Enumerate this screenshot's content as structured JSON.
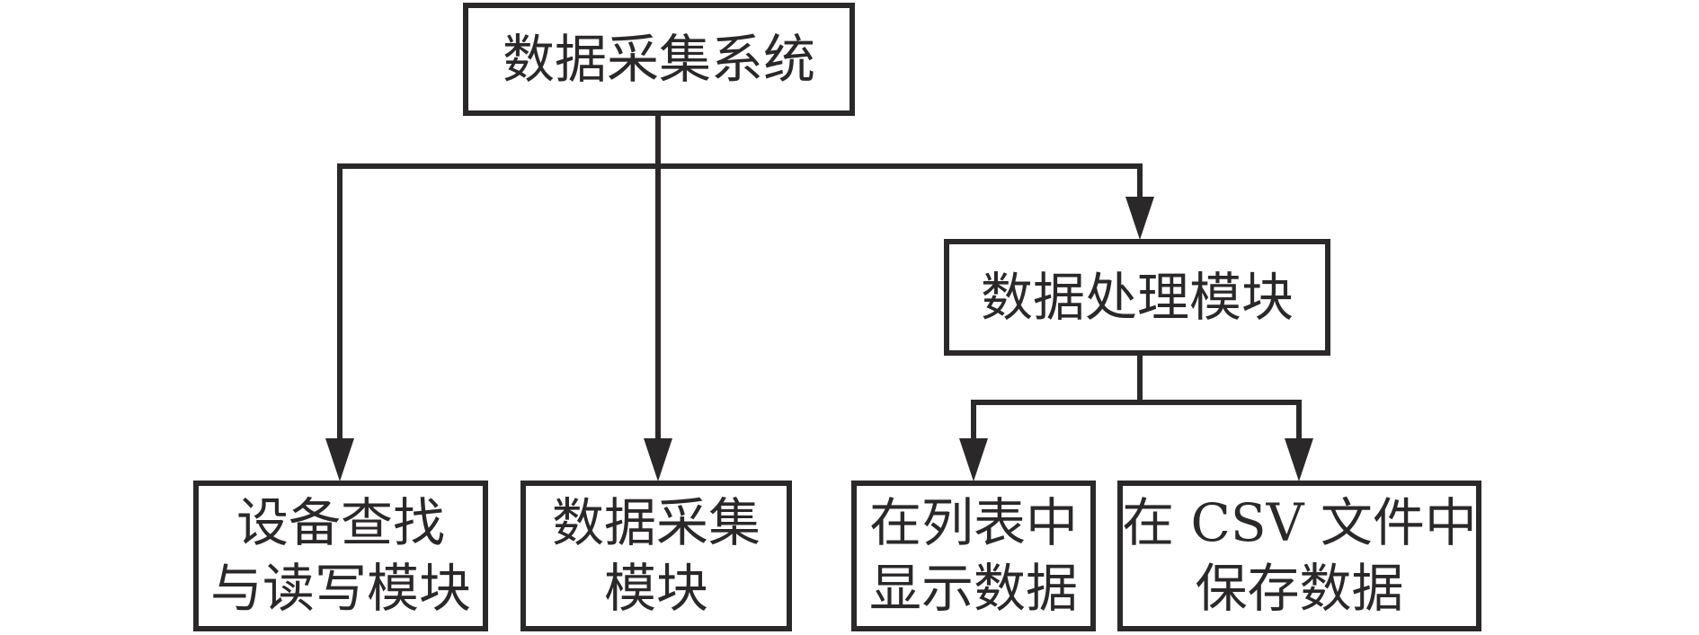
{
  "colors": {
    "line": "#2b2829",
    "background": "#ffffff"
  },
  "diagram": {
    "root_node": {
      "label": "数据采集系统"
    },
    "processing_node": {
      "label": "数据处理模块"
    },
    "leaf_nodes": [
      {
        "line1": "设备查找",
        "line2": "与读写模块"
      },
      {
        "line1": "数据采集",
        "line2": "模块"
      },
      {
        "line1": "在列表中",
        "line2": "显示数据"
      },
      {
        "line1": "在 CSV 文件中",
        "line2": "保存数据"
      }
    ]
  }
}
